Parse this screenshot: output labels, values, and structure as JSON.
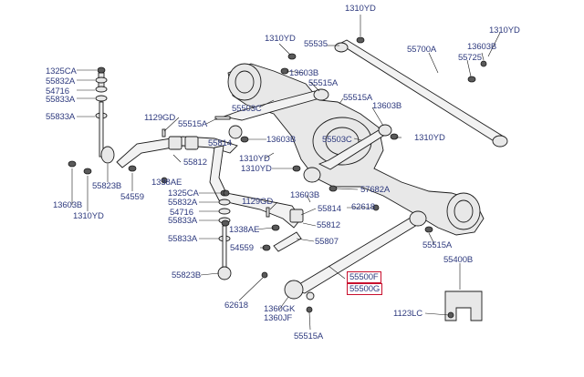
{
  "labels": [
    {
      "id": "l01",
      "text": "1310YD"
    },
    {
      "id": "l02",
      "text": "1310YD"
    },
    {
      "id": "l03",
      "text": "1310YD"
    },
    {
      "id": "l04",
      "text": "55535"
    },
    {
      "id": "l05",
      "text": "55700A"
    },
    {
      "id": "l06",
      "text": "13603B"
    },
    {
      "id": "l07",
      "text": "55725"
    },
    {
      "id": "l08",
      "text": "1325CA"
    },
    {
      "id": "l09",
      "text": "55832A"
    },
    {
      "id": "l10",
      "text": "54716"
    },
    {
      "id": "l11",
      "text": "55833A"
    },
    {
      "id": "l12",
      "text": "55833A"
    },
    {
      "id": "l13",
      "text": "13603B"
    },
    {
      "id": "l14",
      "text": "55515A"
    },
    {
      "id": "l15",
      "text": "55515A"
    },
    {
      "id": "l16",
      "text": "55503C"
    },
    {
      "id": "l17",
      "text": "13603B"
    },
    {
      "id": "l18",
      "text": "1129GD"
    },
    {
      "id": "l19",
      "text": "55515A"
    },
    {
      "id": "l20",
      "text": "55814"
    },
    {
      "id": "l21",
      "text": "13603B"
    },
    {
      "id": "l22",
      "text": "55503C"
    },
    {
      "id": "l23",
      "text": "1310YD"
    },
    {
      "id": "l24",
      "text": "55812"
    },
    {
      "id": "l25",
      "text": "1310YD"
    },
    {
      "id": "l26",
      "text": "1310YD"
    },
    {
      "id": "l27",
      "text": "55823B"
    },
    {
      "id": "l28",
      "text": "54559"
    },
    {
      "id": "l29",
      "text": "1338AE"
    },
    {
      "id": "l30",
      "text": "57682A"
    },
    {
      "id": "l31",
      "text": "13603B"
    },
    {
      "id": "l32",
      "text": "1310YD"
    },
    {
      "id": "l33",
      "text": "1325CA"
    },
    {
      "id": "l34",
      "text": "13603B"
    },
    {
      "id": "l35",
      "text": "55832A"
    },
    {
      "id": "l36",
      "text": "1129GD"
    },
    {
      "id": "l37",
      "text": "55814"
    },
    {
      "id": "l38",
      "text": "62618"
    },
    {
      "id": "l39",
      "text": "54716"
    },
    {
      "id": "l40",
      "text": "55833A"
    },
    {
      "id": "l41",
      "text": "1338AE"
    },
    {
      "id": "l42",
      "text": "55812"
    },
    {
      "id": "l43",
      "text": "55833A"
    },
    {
      "id": "l44",
      "text": "55807"
    },
    {
      "id": "l45",
      "text": "55515A"
    },
    {
      "id": "l46",
      "text": "54559"
    },
    {
      "id": "l47",
      "text": "55400B"
    },
    {
      "id": "l48",
      "text": "55823B"
    },
    {
      "id": "l49",
      "text": "55500F"
    },
    {
      "id": "l50",
      "text": "55500G"
    },
    {
      "id": "l51",
      "text": "62618"
    },
    {
      "id": "l52",
      "text": "1360GK"
    },
    {
      "id": "l53",
      "text": "1360JF"
    },
    {
      "id": "l54",
      "text": "1123LC"
    },
    {
      "id": "l55",
      "text": "55515A"
    }
  ],
  "colors": {
    "label": "#2e3a7e",
    "highlight_box": "#c8102e",
    "line": "#1b1b1b",
    "part_fill": "#e8e8e8"
  }
}
